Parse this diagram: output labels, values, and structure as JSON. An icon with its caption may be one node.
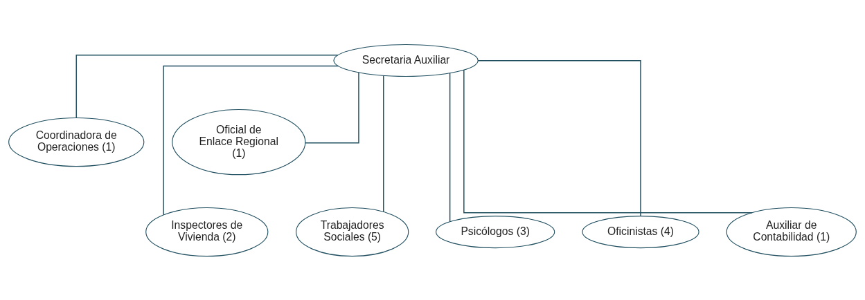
{
  "diagram": {
    "nodes": [
      {
        "text": [
          "Secretaria Auxiliar"
        ]
      },
      {
        "text": [
          "Coordinadora de Operaciones (1)"
        ]
      },
      {
        "text": [
          "Oficial de Enlace Regional (1)"
        ]
      },
      {
        "text": [
          "Trabajadores Sociales (5)"
        ]
      },
      {
        "text": [
          "Psicólogos (3)"
        ]
      },
      {
        "text": [
          "Inspectores de Vivienda (2)"
        ]
      },
      {
        "text": [
          "Oficinistas (4)"
        ]
      },
      {
        "text": [
          "Auxiliar de Contabilidad (1)"
        ]
      }
    ],
    "edges": [
      {
        "from": 0,
        "to": 1,
        "arrow": "none"
      },
      {
        "from": 0,
        "to": 2,
        "arrow": "none"
      },
      {
        "from": 0,
        "to": 3,
        "arrow": "none"
      },
      {
        "from": 0,
        "to": 4,
        "arrow": "none"
      },
      {
        "from": 0,
        "to": 5,
        "arrow": "none"
      },
      {
        "from": 0,
        "to": 6,
        "arrow": "none"
      },
      {
        "from": 0,
        "to": 7,
        "arrow": "none"
      }
    ]
  }
}
